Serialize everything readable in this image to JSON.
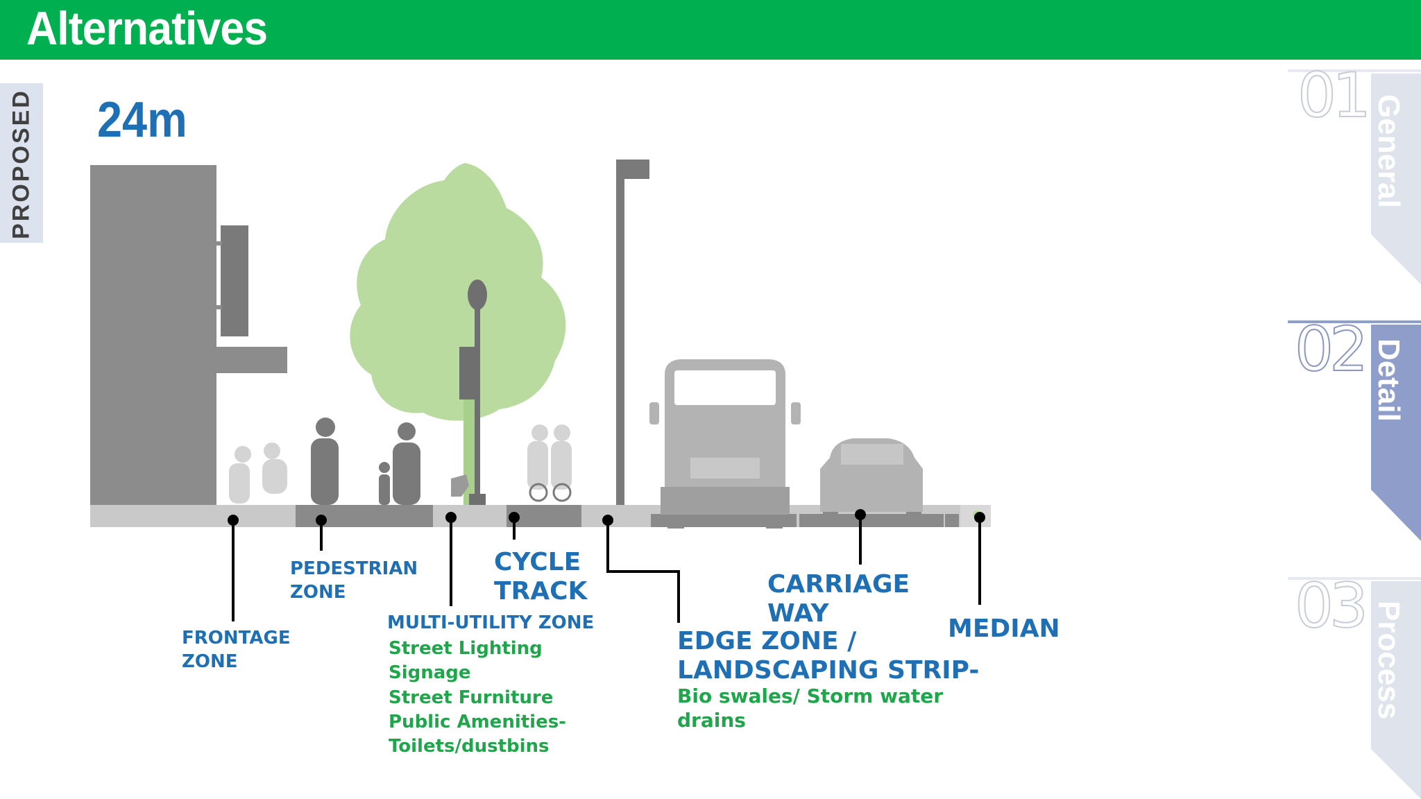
{
  "header": {
    "title": "Alternatives"
  },
  "status": "PROPOSED",
  "road_width": "24m",
  "zones": [
    {
      "id": "frontage",
      "label": "FRONTAGE\nZONE"
    },
    {
      "id": "pedestrian",
      "label": "PEDESTRIAN\nZONE"
    },
    {
      "id": "multi_utility",
      "label": "MULTI-UTILITY ZONE",
      "items": "Street Lighting\nSignage\nStreet Furniture\nPublic Amenities-\nToilets/dustbins"
    },
    {
      "id": "cycle",
      "label": "CYCLE\nTRACK"
    },
    {
      "id": "edge",
      "label": "EDGE ZONE /\nLANDSCAPING STRIP-",
      "items": "Bio swales/ Storm water\ndrains"
    },
    {
      "id": "carriage",
      "label": "CARRIAGE\nWAY"
    },
    {
      "id": "median",
      "label": "MEDIAN"
    }
  ],
  "steps": [
    {
      "number": "01",
      "label": "General",
      "active": false
    },
    {
      "number": "02",
      "label": "Detail",
      "active": true
    },
    {
      "number": "03",
      "label": "Process",
      "active": false
    }
  ],
  "colors": {
    "header": "#00b050",
    "label_blue": "#1f6fb5",
    "label_green": "#1fa64a",
    "tab_active": "#8e9dc9",
    "tab_inactive": "#dfe3ec"
  }
}
